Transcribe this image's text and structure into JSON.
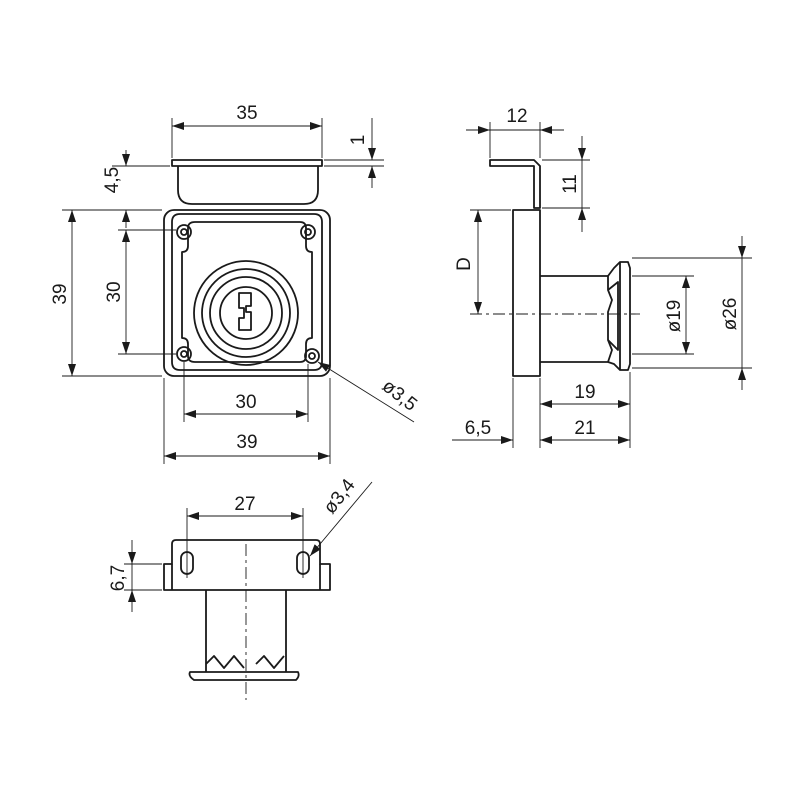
{
  "diagram": {
    "front_view": {
      "labels": {
        "flange_width": "35",
        "flange_thickness": "1",
        "flange_offset": "4,5",
        "body_height": "39",
        "hole_spacing_vertical": "30",
        "hole_spacing_horizontal": "30",
        "body_width": "39",
        "hole_diameter": "ø3,5"
      }
    },
    "side_view": {
      "labels": {
        "flange_depth": "12",
        "flange_height": "11",
        "backset": "D",
        "cylinder_diameter": "ø19",
        "face_diameter": "ø26",
        "cylinder_length": "19",
        "plate_thickness": "6,5",
        "overall_length": "21"
      }
    },
    "bottom_view": {
      "labels": {
        "slot_spacing": "27",
        "slot_diameter": "ø3,4",
        "plate_height": "6,7"
      }
    }
  }
}
